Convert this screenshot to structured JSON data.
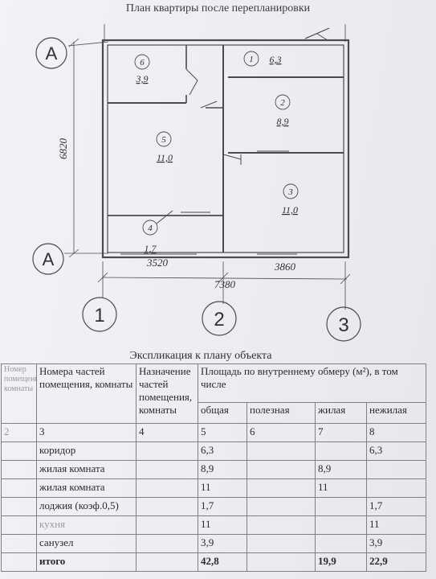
{
  "title": "План квартиры после перепланировки",
  "plan": {
    "axes_letters": [
      "А",
      "А"
    ],
    "axes_numbers": [
      "1",
      "2",
      "3"
    ],
    "dim_height": "6820",
    "dim_left": "3520",
    "dim_right": "3860",
    "dim_total": "7380",
    "rooms": [
      {
        "num": "1",
        "area": "6,3"
      },
      {
        "num": "2",
        "area": "8,9"
      },
      {
        "num": "3",
        "area": "11,0"
      },
      {
        "num": "4",
        "area": "1,7"
      },
      {
        "num": "5",
        "area": "11,0"
      },
      {
        "num": "6",
        "area": "3,9"
      }
    ]
  },
  "explication": {
    "title": "Экспликация к плану объекта",
    "headers": {
      "col1": "Номер помещения, комнаты",
      "col2": "Номера частей помещения, комнаты",
      "col3": "Назначение частей помещения, комнаты",
      "col4": "Площадь по внутреннему обмеру (м²), в том числе",
      "sub": [
        "общая",
        "полезная",
        "жилая",
        "нежилая"
      ]
    },
    "numbering": [
      "2",
      "3",
      "4",
      "5",
      "6",
      "7",
      "8"
    ],
    "rows": [
      {
        "n": "",
        "name": "коридор",
        "total": "6,3",
        "useful": "",
        "living": "",
        "nonliving": "6,3"
      },
      {
        "n": "",
        "name": "жилая комната",
        "total": "8,9",
        "useful": "",
        "living": "8,9",
        "nonliving": ""
      },
      {
        "n": "",
        "name": "жилая комната",
        "total": "11",
        "useful": "",
        "living": "11",
        "nonliving": ""
      },
      {
        "n": "",
        "name": "лоджия (коэф.0,5)",
        "total": "1,7",
        "useful": "",
        "living": "",
        "nonliving": "1,7"
      },
      {
        "n": "",
        "name": "кухня",
        "total": "11",
        "useful": "",
        "living": "",
        "nonliving": "11"
      },
      {
        "n": "",
        "name": "санузел",
        "total": "3,9",
        "useful": "",
        "living": "",
        "nonliving": "3,9"
      }
    ],
    "total_row": {
      "label": "итого",
      "total": "42,8",
      "useful": "",
      "living": "19,9",
      "nonliving": "22,9"
    }
  }
}
